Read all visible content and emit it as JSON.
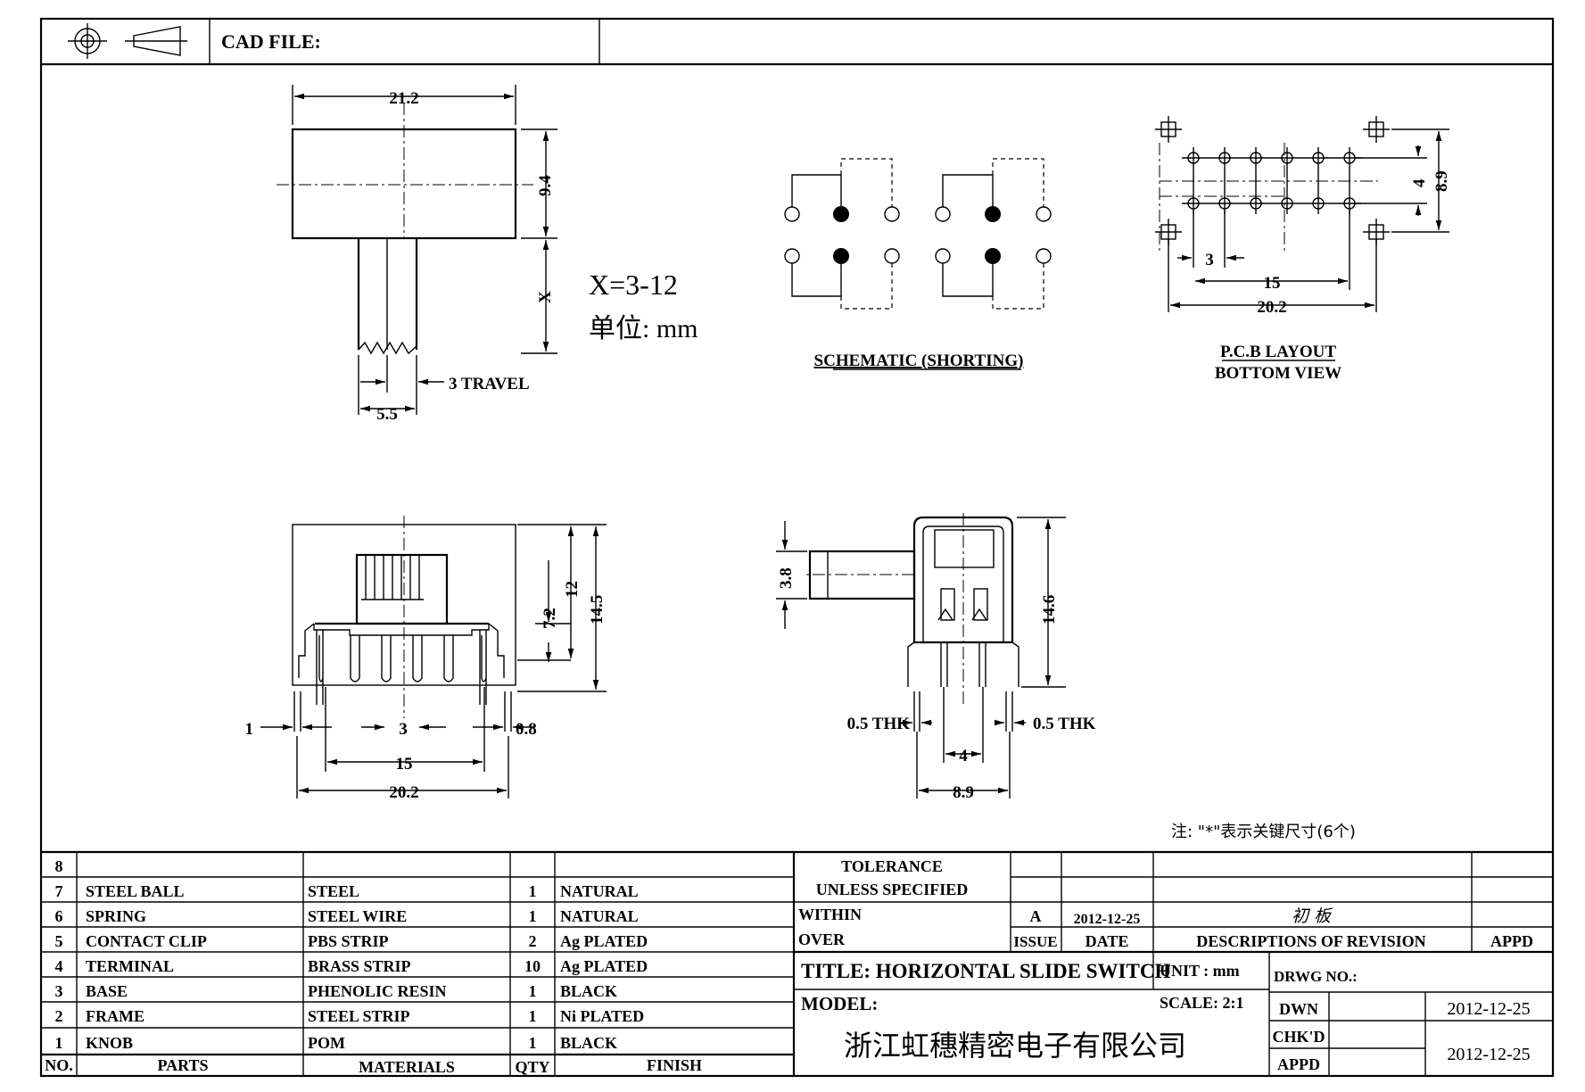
{
  "header": {
    "cad_label": "CAD FILE:"
  },
  "dims": {
    "top_width": "21.2",
    "top_height": "9.4",
    "knob_length": "X",
    "knob_width": "5.5",
    "travel": "3 TRAVEL",
    "x_range": "X=3-12",
    "unit_note": "单位: mm",
    "pcb_pitch": "3",
    "pcb_inner": "15",
    "pcb_outer": "20.2",
    "pcb_row": "4",
    "pcb_total": "8.9",
    "front_1": "1",
    "front_3": "3",
    "front_08": "0.8",
    "front_15": "15",
    "front_202": "20.2",
    "front_72": "7.2",
    "front_12": "12",
    "front_145": "14.5",
    "side_38": "3.8",
    "side_146": "14.6",
    "side_thk_l": "0.5 THK",
    "side_thk_r": "0.5 THK",
    "side_4": "4",
    "side_89": "8.9"
  },
  "labels": {
    "schematic": "SCHEMATIC (SHORTING)",
    "pcb1": "P.C.B LAYOUT",
    "pcb2": "BOTTOM VIEW",
    "note": "注: \"*\"表示关键尺寸(6个)"
  },
  "bom": [
    {
      "no": "8",
      "part": "",
      "material": "",
      "qty": "",
      "finish": ""
    },
    {
      "no": "7",
      "part": "STEEL BALL",
      "material": "STEEL",
      "qty": "1",
      "finish": "NATURAL"
    },
    {
      "no": "6",
      "part": "SPRING",
      "material": "STEEL WIRE",
      "qty": "1",
      "finish": "NATURAL"
    },
    {
      "no": "5",
      "part": "CONTACT CLIP",
      "material": "PBS STRIP",
      "qty": "2",
      "finish": "Ag PLATED"
    },
    {
      "no": "4",
      "part": "TERMINAL",
      "material": "BRASS STRIP",
      "qty": "10",
      "finish": "Ag PLATED"
    },
    {
      "no": "3",
      "part": "BASE",
      "material": "PHENOLIC RESIN",
      "qty": "1",
      "finish": "BLACK"
    },
    {
      "no": "2",
      "part": "FRAME",
      "material": "STEEL STRIP",
      "qty": "1",
      "finish": "Ni PLATED"
    },
    {
      "no": "1",
      "part": "KNOB",
      "material": "POM",
      "qty": "1",
      "finish": "BLACK"
    }
  ],
  "bom_header": {
    "no": "NO.",
    "part": "PARTS",
    "material": "MATERIALS",
    "qty": "QTY",
    "finish": "FINISH"
  },
  "title_block": {
    "tolerance1": "TOLERANCE",
    "tolerance2": "UNLESS  SPECIFIED",
    "within": "WITHIN",
    "over": "OVER",
    "rev_letter": "A",
    "rev_date": "2012-12-25",
    "rev_desc": "初 板",
    "issue": "ISSUE",
    "date": "DATE",
    "desc_header": "DESCRIPTIONS OF REVISION",
    "appd_header": "APPD",
    "title": "TITLE: HORIZONTAL SLIDE SWITCH",
    "unit": "UNIT : mm",
    "drwg_no": "DRWG NO.:",
    "model": "MODEL:",
    "scale": "SCALE: 2:1",
    "company": "浙江虹穗精密电子有限公司",
    "dwn": "DWN",
    "dwn_date": "2012-12-25",
    "chkd": "CHK'D",
    "appd": "APPD",
    "chk_date": "2012-12-25"
  }
}
